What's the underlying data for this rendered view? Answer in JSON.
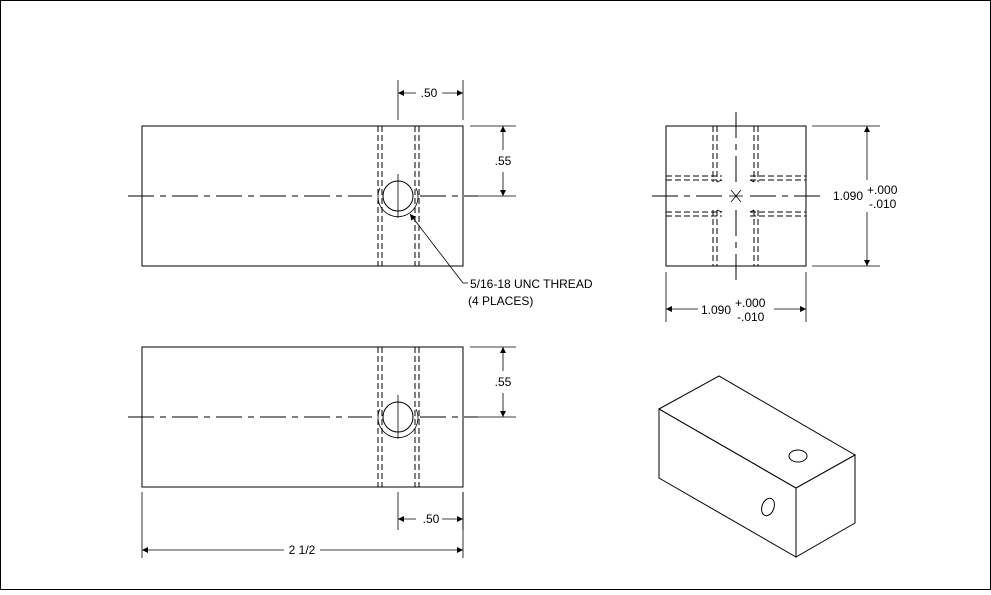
{
  "dimensions": {
    "top_view_offset": ".50",
    "top_view_height": ".55",
    "bottom_view_height": ".55",
    "bottom_view_offset": ".50",
    "overall_length": "2 1/2",
    "end_view_height": "1.090",
    "end_view_height_tol_plus": "+.000",
    "end_view_height_tol_minus": "-.010",
    "end_view_width": "1.090",
    "end_view_width_tol_plus": "+.000",
    "end_view_width_tol_minus": "-.010"
  },
  "callout": {
    "line1": "5/16-18 UNC THREAD",
    "line2": "(4 PLACES)"
  }
}
